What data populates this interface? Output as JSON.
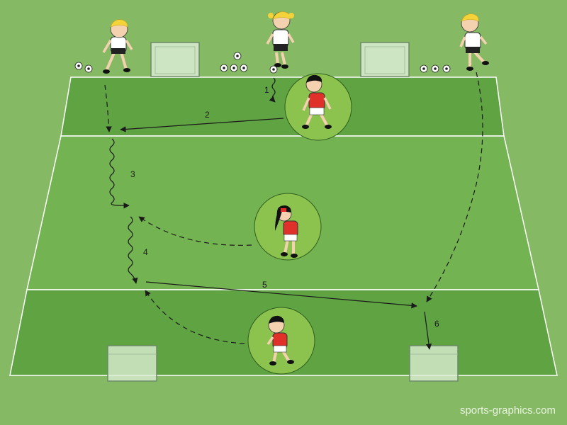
{
  "labels": {
    "step_1": "1",
    "step_2": "2",
    "step_3": "3",
    "step_4": "4",
    "step_5": "5",
    "step_6": "6"
  },
  "watermark": "sports-graphics.com",
  "colors": {
    "background": "#86b964",
    "pitch_dark": "#5fa343",
    "pitch_light": "#74b351",
    "zone_circle": "#8cc24e",
    "line": "#ffffff",
    "attacker_shirt": "#ffffff",
    "defender_shirt": "#e0302a",
    "goal": "#d9ecd2"
  },
  "icons": [
    "soccer-ball-icon",
    "goal-icon",
    "player-figure-icon",
    "arrow-icon"
  ]
}
